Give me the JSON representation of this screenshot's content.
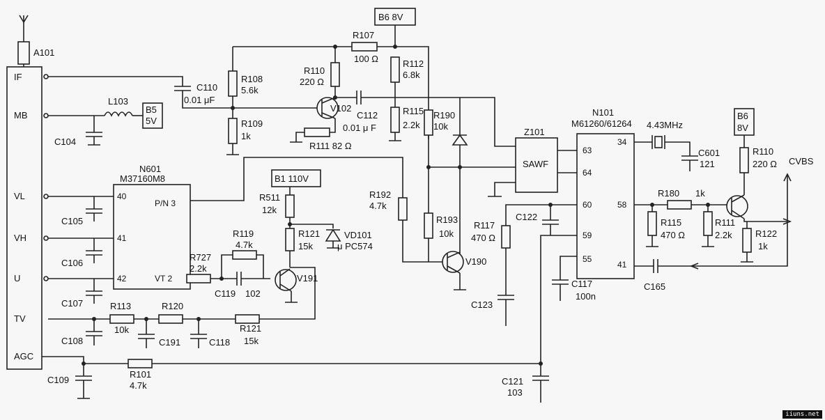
{
  "tuner": {
    "ref": "A101",
    "pins": [
      "IF",
      "MB",
      "VL",
      "VH",
      "U",
      "TV",
      "AGC"
    ]
  },
  "supplies": {
    "b6_top": "B6 8V",
    "b5": "B5",
    "b5_v": "5V",
    "b1": "B1 110V",
    "b6_right": "B6",
    "b6_right_v": "8V"
  },
  "n601": {
    "ref": "N601",
    "part": "M37160M8",
    "pins": [
      "40",
      "41",
      "42"
    ],
    "pn": "P/N 3",
    "vt": "VT 2"
  },
  "n101": {
    "ref": "N101",
    "part": "M61260/61264",
    "pins": [
      "63",
      "64",
      "60",
      "59",
      "55",
      "34",
      "58",
      "41"
    ]
  },
  "z101": {
    "ref": "Z101",
    "name": "SAWF"
  },
  "crystal": "4.43MHz",
  "output": "CVBS",
  "watermark": "iiuns.net",
  "labels": [
    {
      "id": "C104",
      "text": "C104"
    },
    {
      "id": "L103",
      "text": "L103"
    },
    {
      "id": "C105",
      "text": "C105"
    },
    {
      "id": "C106",
      "text": "C106"
    },
    {
      "id": "C107",
      "text": "C107"
    },
    {
      "id": "C108",
      "text": "C108"
    },
    {
      "id": "C109",
      "text": "C109"
    },
    {
      "id": "R113",
      "text": "R113"
    },
    {
      "id": "R113v",
      "text": "10k"
    },
    {
      "id": "R120",
      "text": "R120"
    },
    {
      "id": "C191",
      "text": "C191"
    },
    {
      "id": "C118",
      "text": "C118"
    },
    {
      "id": "R121b",
      "text": "R121"
    },
    {
      "id": "R121bv",
      "text": "15k"
    },
    {
      "id": "R101",
      "text": "R101"
    },
    {
      "id": "R101v",
      "text": "4.7k"
    },
    {
      "id": "C110",
      "text": "C110"
    },
    {
      "id": "C110v",
      "text": "0.01 μF"
    },
    {
      "id": "R108",
      "text": "R108"
    },
    {
      "id": "R108v",
      "text": "5.6k"
    },
    {
      "id": "R109",
      "text": "R109"
    },
    {
      "id": "R109v",
      "text": "1k"
    },
    {
      "id": "R107",
      "text": "R107"
    },
    {
      "id": "R107v",
      "text": "100 Ω"
    },
    {
      "id": "R110a",
      "text": "R110"
    },
    {
      "id": "R110av",
      "text": "220 Ω"
    },
    {
      "id": "V102",
      "text": "V102"
    },
    {
      "id": "C112",
      "text": "C112"
    },
    {
      "id": "C112v",
      "text": "0.01 μ F"
    },
    {
      "id": "R111a",
      "text": "R111  82 Ω"
    },
    {
      "id": "R112",
      "text": "R112"
    },
    {
      "id": "R112v",
      "text": "6.8k"
    },
    {
      "id": "R115a",
      "text": "R115"
    },
    {
      "id": "R115av",
      "text": "2.2k"
    },
    {
      "id": "R190",
      "text": "R190"
    },
    {
      "id": "R190v",
      "text": "10k"
    },
    {
      "id": "R511",
      "text": "R511"
    },
    {
      "id": "R511v",
      "text": "12k"
    },
    {
      "id": "R121a",
      "text": "R121"
    },
    {
      "id": "R121av",
      "text": "15k"
    },
    {
      "id": "VD101",
      "text": "VD101"
    },
    {
      "id": "VD101v",
      "text": "μ PC574"
    },
    {
      "id": "R119",
      "text": "R119"
    },
    {
      "id": "R119v",
      "text": "4.7k"
    },
    {
      "id": "R727",
      "text": "R727"
    },
    {
      "id": "R727v",
      "text": "2.2k"
    },
    {
      "id": "C119",
      "text": "C119"
    },
    {
      "id": "C119v",
      "text": "102"
    },
    {
      "id": "V191",
      "text": "V191"
    },
    {
      "id": "R192",
      "text": "R192"
    },
    {
      "id": "R192v",
      "text": "4.7k"
    },
    {
      "id": "R193",
      "text": "R193"
    },
    {
      "id": "R193v",
      "text": "10k"
    },
    {
      "id": "V190",
      "text": "V190"
    },
    {
      "id": "R117",
      "text": "R117"
    },
    {
      "id": "R117v",
      "text": "470 Ω"
    },
    {
      "id": "C122",
      "text": "C122"
    },
    {
      "id": "C123",
      "text": "C123"
    },
    {
      "id": "C117",
      "text": "C117"
    },
    {
      "id": "C117v",
      "text": "100n"
    },
    {
      "id": "C121",
      "text": "C121"
    },
    {
      "id": "C121v",
      "text": "103"
    },
    {
      "id": "C601",
      "text": "C601"
    },
    {
      "id": "C601v",
      "text": "121"
    },
    {
      "id": "R180",
      "text": "R180"
    },
    {
      "id": "R180v",
      "text": "1k"
    },
    {
      "id": "R115b",
      "text": "R115"
    },
    {
      "id": "R115bv",
      "text": "470 Ω"
    },
    {
      "id": "R111b",
      "text": "R111"
    },
    {
      "id": "R111bv",
      "text": "2.2k"
    },
    {
      "id": "R110b",
      "text": "R110"
    },
    {
      "id": "R110bv",
      "text": "220 Ω"
    },
    {
      "id": "R122",
      "text": "R122"
    },
    {
      "id": "R122v",
      "text": "1k"
    },
    {
      "id": "C165",
      "text": "C165"
    }
  ]
}
